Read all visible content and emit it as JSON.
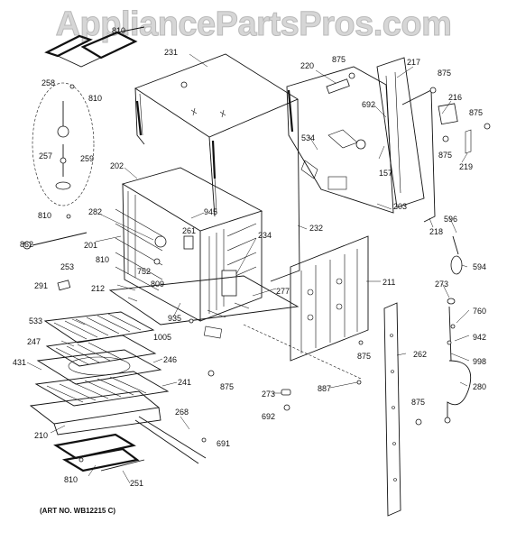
{
  "watermark": {
    "text": "AppliancePartsPros.com"
  },
  "art_number": {
    "text": "(ART NO. WB12215 C)"
  },
  "callouts": [
    {
      "label": "810"
    },
    {
      "label": "231"
    },
    {
      "label": "220"
    },
    {
      "label": "875"
    },
    {
      "label": "217"
    },
    {
      "label": "875"
    },
    {
      "label": "258"
    },
    {
      "label": "810"
    },
    {
      "label": "692"
    },
    {
      "label": "216"
    },
    {
      "label": "875"
    },
    {
      "label": "534"
    },
    {
      "label": "257"
    },
    {
      "label": "259"
    },
    {
      "label": "157"
    },
    {
      "label": "875"
    },
    {
      "label": "219"
    },
    {
      "label": "202"
    },
    {
      "label": "203"
    },
    {
      "label": "218"
    },
    {
      "label": "810"
    },
    {
      "label": "282"
    },
    {
      "label": "945"
    },
    {
      "label": "596"
    },
    {
      "label": "232"
    },
    {
      "label": "862"
    },
    {
      "label": "201"
    },
    {
      "label": "261"
    },
    {
      "label": "234"
    },
    {
      "label": "253"
    },
    {
      "label": "810"
    },
    {
      "label": "752"
    },
    {
      "label": "594"
    },
    {
      "label": "809"
    },
    {
      "label": "211"
    },
    {
      "label": "291"
    },
    {
      "label": "212"
    },
    {
      "label": "277"
    },
    {
      "label": "273"
    },
    {
      "label": "935"
    },
    {
      "label": "760"
    },
    {
      "label": "533"
    },
    {
      "label": "1005"
    },
    {
      "label": "942"
    },
    {
      "label": "247"
    },
    {
      "label": "875"
    },
    {
      "label": "431"
    },
    {
      "label": "246"
    },
    {
      "label": "262"
    },
    {
      "label": "998"
    },
    {
      "label": "241"
    },
    {
      "label": "887"
    },
    {
      "label": "875"
    },
    {
      "label": "280"
    },
    {
      "label": "273"
    },
    {
      "label": "875"
    },
    {
      "label": "692"
    },
    {
      "label": "268"
    },
    {
      "label": "210"
    },
    {
      "label": "691"
    },
    {
      "label": "810"
    },
    {
      "label": "251"
    }
  ]
}
